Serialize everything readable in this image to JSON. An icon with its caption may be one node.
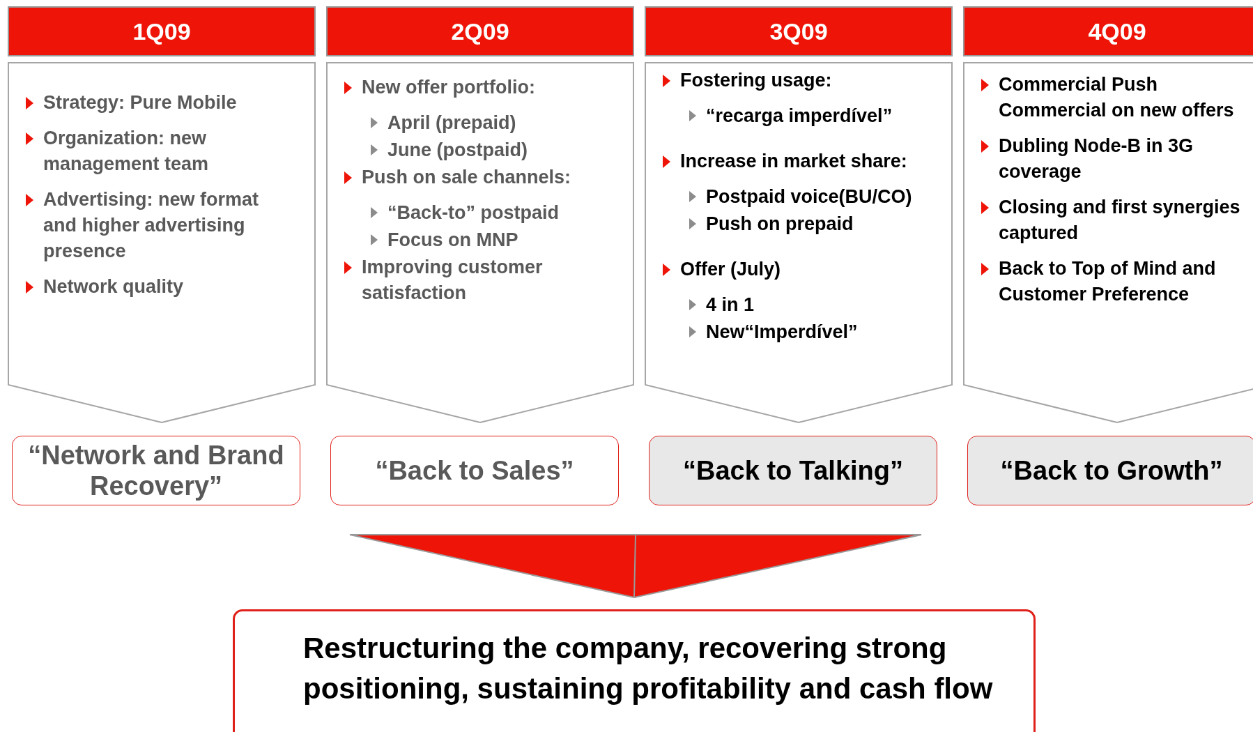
{
  "diagram": {
    "nodes": [
      {
        "text": [
          "1Q09"
        ]
      },
      {
        "text": [
          "2Q09"
        ]
      },
      {
        "text": [
          "3Q09"
        ]
      },
      {
        "text": [
          "4Q09"
        ]
      },
      {
        "text": [
          "Strategy: Pure Mobile",
          "Organization: new management team",
          "Advertising: new format and higher advertising presence",
          "Network quality"
        ]
      },
      {
        "text": [
          "New offer portfolio:",
          "April (prepaid)",
          "June (postpaid)",
          "Push on sale channels:",
          "“Back-to” postpaid",
          "Focus on MNP",
          "Improving customer satisfaction"
        ]
      },
      {
        "text": [
          "Fostering usage:",
          "“recarga imperdível”",
          "Increase in market share:",
          "Postpaid voice(BU/CO)",
          "Push on prepaid",
          "Offer (July)",
          "4 in 1",
          "New“Imperdível”"
        ]
      },
      {
        "text": [
          "Commercial Push Commercial on new offers",
          "Dubling Node-B in 3G coverage",
          "Closing and first synergies captured",
          "Back to Top of Mind and Customer Preference"
        ]
      },
      {
        "text": [
          "“Network and Brand Recovery”"
        ]
      },
      {
        "text": [
          "“Back to Sales”"
        ]
      },
      {
        "text": [
          "“Back to Talking”"
        ]
      },
      {
        "text": [
          "“Back to Growth”"
        ]
      },
      {
        "text": [
          "Restructuring the company, recovering strong positioning, sustaining profitability and cash flow"
        ]
      }
    ],
    "edges": [
      {
        "from": null,
        "to": 12,
        "arrow": "to"
      }
    ]
  }
}
